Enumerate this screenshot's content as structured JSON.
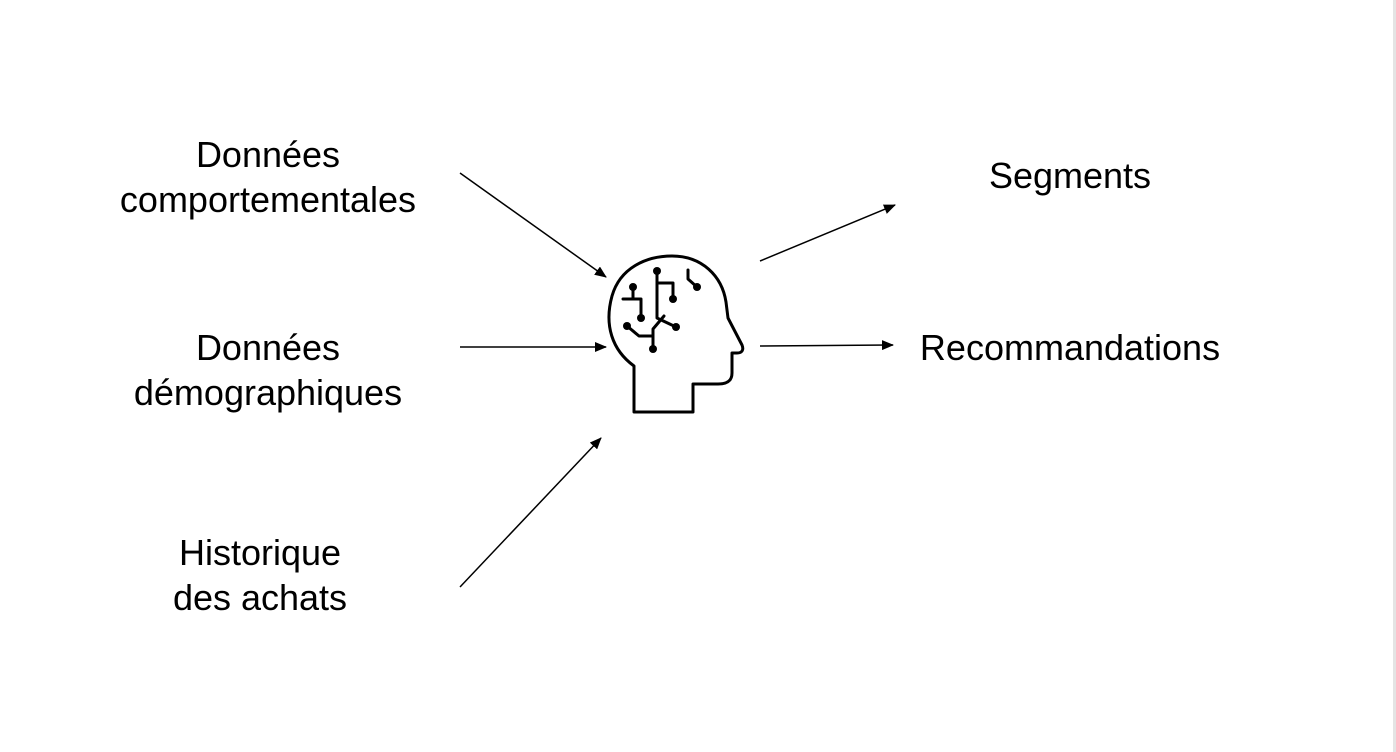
{
  "inputs": {
    "behavioral": {
      "line1": "Données",
      "line2": "comportementales"
    },
    "demographic": {
      "line1": "Données",
      "line2": "démographiques"
    },
    "history": {
      "line1": "Historique",
      "line2": "des achats"
    }
  },
  "outputs": {
    "segments": "Segments",
    "recommendations": "Recommandations"
  },
  "icons": {
    "center": "ai-brain-head-icon"
  },
  "colors": {
    "ink": "#000000",
    "background": "#ffffff"
  }
}
